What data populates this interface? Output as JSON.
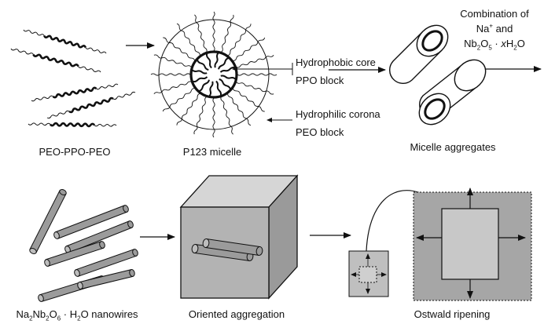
{
  "labels": {
    "copolymer": "PEO-PPO-PEO",
    "micelle": "P123 micelle",
    "hydrophobic_core": "Hydrophobic core",
    "ppo_block": "PPO block",
    "hydrophilic_corona": "Hydrophilic corona",
    "peo_block": "PEO block",
    "combination_line1": "Combination of",
    "na_base": "Na",
    "na_sup": "+",
    "and_word": "and",
    "nb_prefix": "Nb",
    "nb_sub1": "2",
    "nb_o": "O",
    "nb_sub2": "5",
    "nb_dot": " · ",
    "nb_x": "x",
    "nb_h": "H",
    "nb_sub3": "2",
    "nb_o2": "O",
    "aggregates": "Micelle aggregates",
    "nanowire_na": "Na",
    "nanowire_sub1": "2",
    "nanowire_nb": "Nb",
    "nanowire_sub2": "2",
    "nanowire_o": "O",
    "nanowire_sub3": "6",
    "nanowire_rest": " · H",
    "nanowire_sub4": "2",
    "nanowire_tail": "O nanowires",
    "oriented": "Oriented aggregation",
    "ostwald": "Ostwald ripening"
  },
  "colors": {
    "stroke": "#111111",
    "cube_face": "#b3b3b3",
    "cube_top": "#d6d6d6",
    "cube_side": "#9a9a9a",
    "rod": "#9b9b9b",
    "rod_end": "#bdbdbd",
    "ostwald_big": "#a6a6a6",
    "ostwald_inner": "#c8c8c8",
    "ostwald_small": "#bfbfbf"
  }
}
